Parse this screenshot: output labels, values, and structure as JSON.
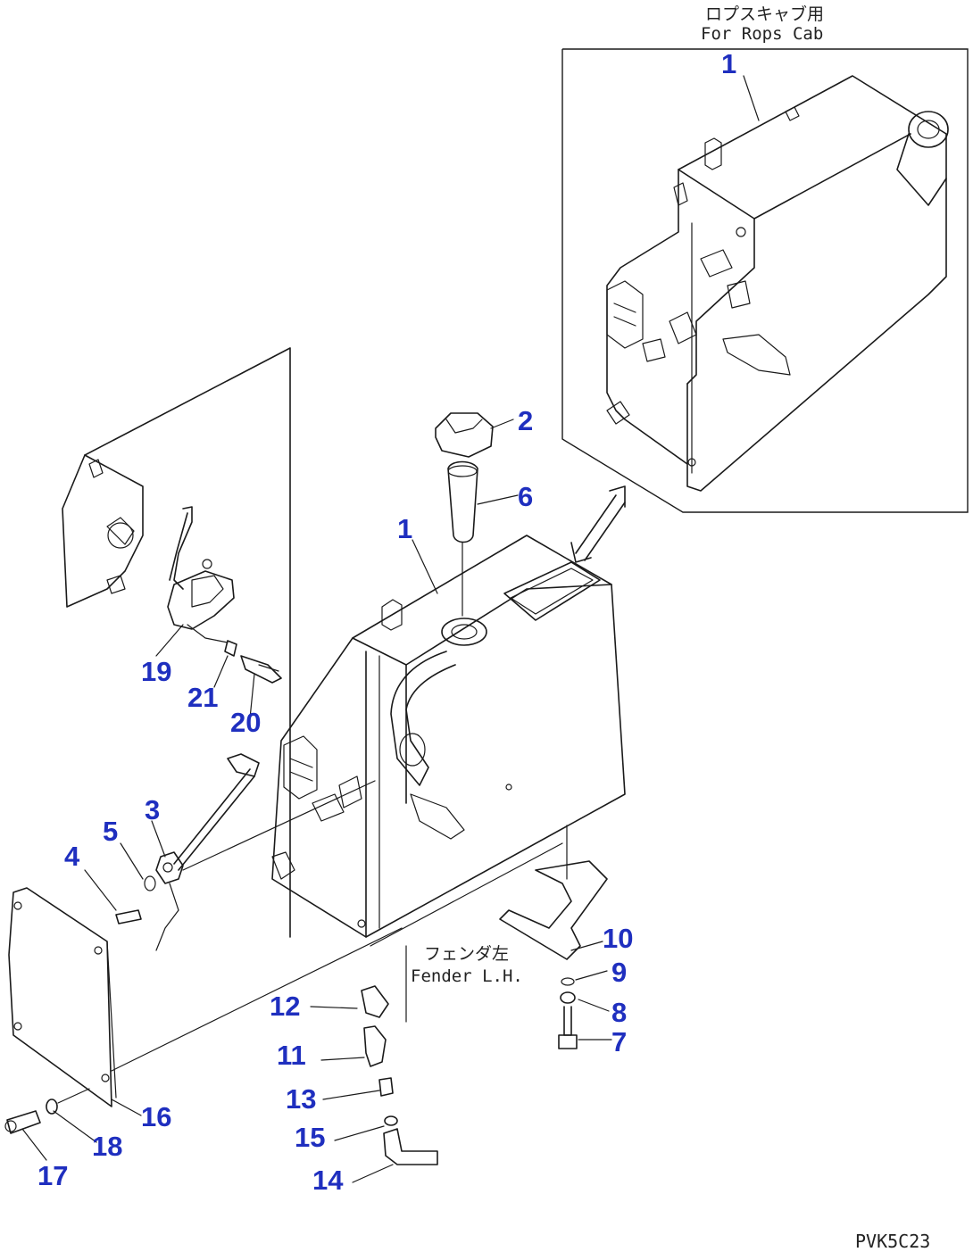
{
  "callouts": {
    "c1_inset": "1",
    "c1": "1",
    "c2": "2",
    "c3": "3",
    "c4": "4",
    "c5": "5",
    "c6": "6",
    "c7": "7",
    "c8": "8",
    "c9": "9",
    "c10": "10",
    "c11": "11",
    "c12": "12",
    "c13": "13",
    "c14": "14",
    "c15": "15",
    "c16": "16",
    "c17": "17",
    "c18": "18",
    "c19": "19",
    "c20": "20",
    "c21": "21"
  },
  "notes": {
    "rops_jp": "ロプスキャブ用",
    "rops_en": "For Rops Cab",
    "fender_jp": "フェンダ左",
    "fender_en": "Fender L.H."
  },
  "drawing_code": "PVK5C23",
  "colors": {
    "callout": "#1f2fbf",
    "line": "#1a1a1a"
  }
}
